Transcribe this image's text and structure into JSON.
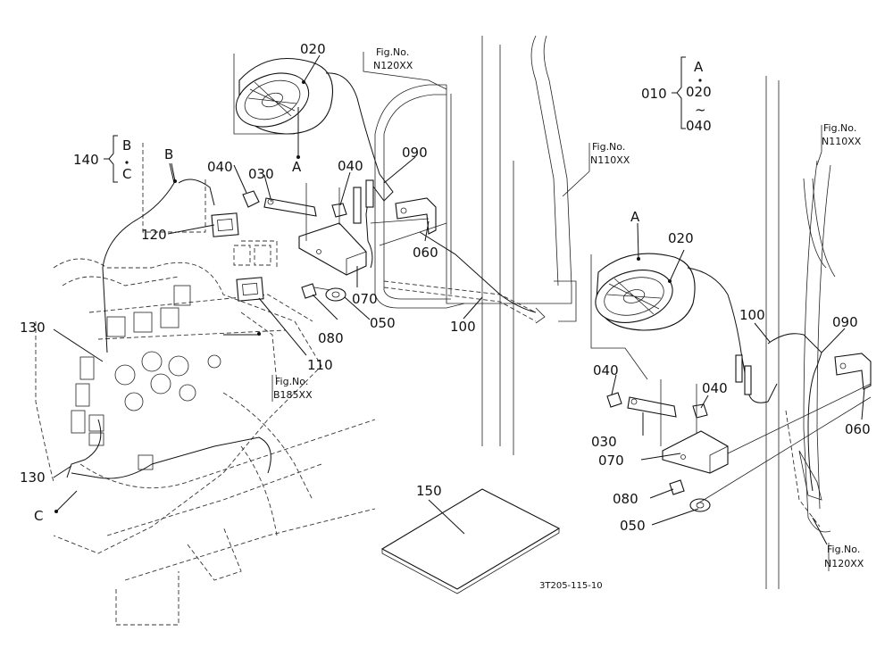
{
  "figure": {
    "drawing_code": "3T205-115-10"
  },
  "callouts": {
    "c010": "010",
    "c020_left": "020",
    "c020_right": "020",
    "c030_left": "030",
    "c030_right": "030",
    "c040_left_a": "040",
    "c040_left_b": "040",
    "c040_right_a": "040",
    "c040_right_b": "040",
    "c050_left": "050",
    "c050_right": "050",
    "c060_left": "060",
    "c060_right": "060",
    "c070_left": "070",
    "c070_right": "070",
    "c080_left": "080",
    "c080_right": "080",
    "c090_left": "090",
    "c090_right": "090",
    "c100_left": "100",
    "c100_right": "100",
    "c110": "110",
    "c120": "120",
    "c130_a": "130",
    "c130_b": "130",
    "c140": "140",
    "c150": "150"
  },
  "letters": {
    "A_left": "A",
    "A_right": "A",
    "A_group": "A",
    "B_left": "B",
    "B_group": "B",
    "C_left": "C",
    "C_group": "C",
    "group_010_a": "020",
    "group_010_b": "040",
    "tilde": "~"
  },
  "fig_refs": {
    "ref1_top": "Fig.No.",
    "ref1_bottom": "N120XX",
    "ref2_top": "Fig.No.",
    "ref2_bottom": "N110XX",
    "ref3_top": "Fig.No.",
    "ref3_bottom": "N110XX",
    "ref4_top": "Fig.No.",
    "ref4_bottom": "B185XX",
    "ref5_top": "Fig.No.",
    "ref5_bottom": "N120XX"
  }
}
